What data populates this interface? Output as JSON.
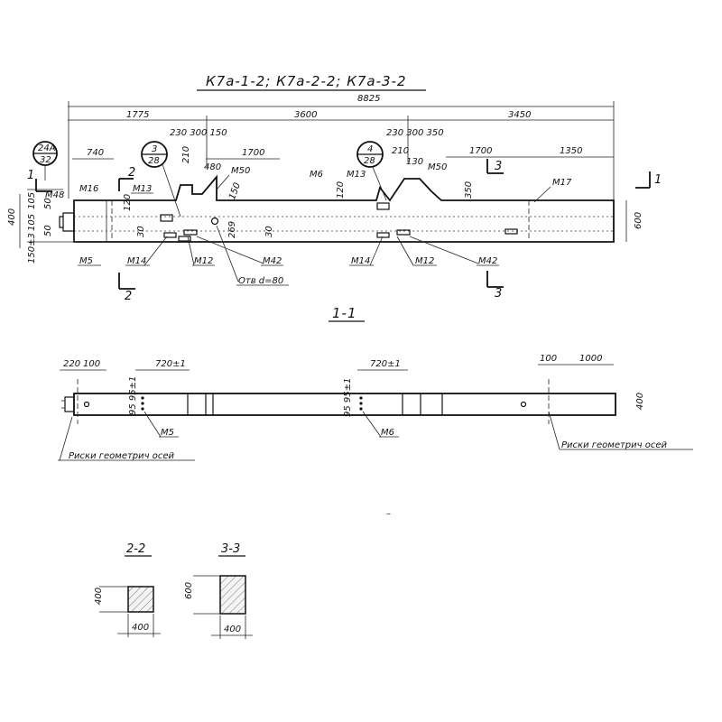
{
  "title": "К7а-1-2; К7а-2-2; К7а-3-2",
  "elevation": {
    "dims_top": {
      "overall": "8825",
      "left": "1775",
      "mid": "3600",
      "right": "3450"
    },
    "dims_upper": {
      "a": "230 300 150",
      "b": "230 300 350",
      "c": "740",
      "d": "1700",
      "e": "1700",
      "f": "1350"
    },
    "dims_small": {
      "d210a": "210",
      "d480": "480",
      "d210b": "210",
      "d130": "130",
      "d150": "150",
      "d120a": "120",
      "d120b": "120",
      "d350": "350",
      "d105a": "105",
      "d50a": "50",
      "d105b": "105",
      "d50b": "50",
      "d400": "400",
      "d600": "600",
      "d150pm": "150±3",
      "d30a": "30",
      "d30b": "30",
      "d269": "269"
    },
    "callout1": {
      "top": "24А",
      "bottom": "32"
    },
    "callout2": {
      "top": "3",
      "bottom": "28"
    },
    "callout3": {
      "top": "4",
      "bottom": "28"
    },
    "marks": {
      "m16": "М16",
      "m13a": "М13",
      "m50a": "М50",
      "m6": "М6",
      "m13b": "М13",
      "m50b": "М50",
      "m17": "М17",
      "m48": "М48",
      "m5": "М5",
      "m14a": "М14",
      "m12a": "М12",
      "m42a": "М42",
      "m14b": "М14",
      "m12b": "М12",
      "m42b": "М42"
    },
    "hole_note": "Отв d=80",
    "sections": {
      "s1a": "1",
      "s1b": "1",
      "s2a": "2",
      "s2b": "2",
      "s3a": "3",
      "s3b": "3"
    }
  },
  "plan": {
    "label": "1-1",
    "dims": {
      "d220": "220",
      "d100a": "100",
      "d720a": "720±1",
      "d720b": "720±1",
      "d100b": "100",
      "d1000": "1000",
      "d400": "400",
      "d9595a": "95 95±1",
      "d9595b": "95 95±1"
    },
    "marks": {
      "m5": "М5",
      "m6": "М6"
    },
    "note_left": "Риски геометрич осей",
    "note_right": "Риски геометрич осей"
  },
  "sections_detail": {
    "s22": {
      "label": "2-2",
      "h": "400",
      "w": "400"
    },
    "s33": {
      "label": "3-3",
      "h": "600",
      "w": "400"
    }
  },
  "stray": "–"
}
